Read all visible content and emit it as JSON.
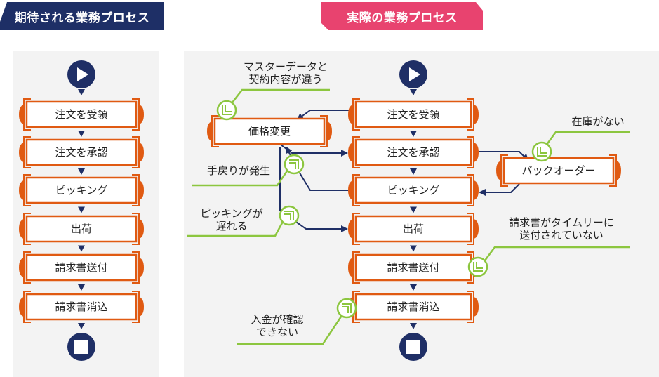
{
  "colors": {
    "expected_header": "#1e2f66",
    "actual_header": "#e8436f",
    "navy": "#1f2f66",
    "orange": "#e05a12",
    "green": "#8cc63f",
    "panel": "#f3f3f3"
  },
  "expected": {
    "title": "期待される業務プロセス",
    "start_icon": "play-icon",
    "end_icon": "stop-icon",
    "steps": [
      "注文を受領",
      "注文を承認",
      "ピッキング",
      "出荷",
      "請求書送付",
      "請求書消込"
    ]
  },
  "actual": {
    "title": "実際の業務プロセス",
    "start_icon": "play-icon",
    "end_icon": "stop-icon",
    "steps": [
      "注文を受領",
      "注文を承認",
      "ピッキング",
      "出荷",
      "請求書送付",
      "請求書消込"
    ],
    "side_boxes": {
      "price_change": "価格変更",
      "backorder": "バックオーダー"
    },
    "issues": {
      "master_data": [
        "マスターデータと",
        "契約内容が違う"
      ],
      "rework": [
        "手戻りが発生"
      ],
      "picking_delay": [
        "ピッキングが",
        "遅れる"
      ],
      "no_stock": [
        "在庫がない"
      ],
      "invoice_late": [
        "請求書がタイムリーに",
        "送付されていない"
      ],
      "payment_unconfirmed": [
        "入金が確認",
        "できない"
      ]
    }
  }
}
